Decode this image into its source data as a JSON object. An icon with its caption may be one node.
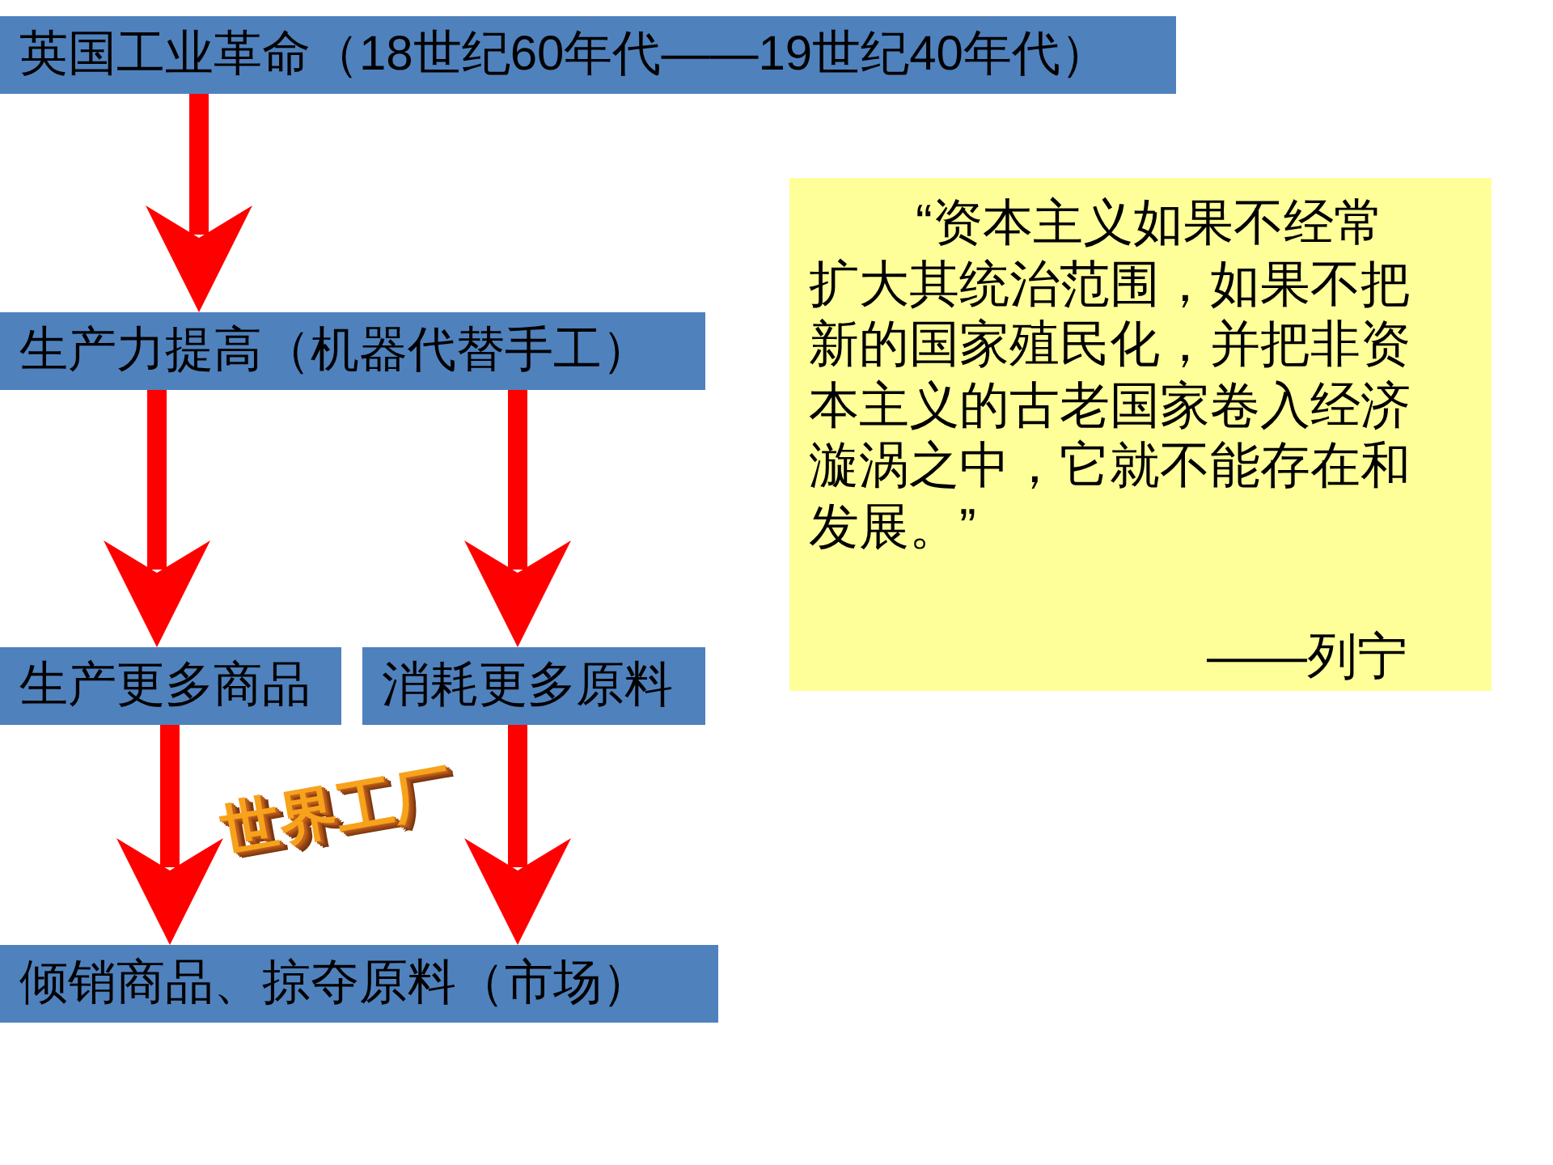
{
  "diagram": {
    "nodes": [
      {
        "text": [
          "英国工业革命（18世纪60年代——19世纪40年代）"
        ]
      },
      {
        "text": [
          "生产力提高（机器代替手工）"
        ]
      },
      {
        "text": [
          "生产更多商品"
        ]
      },
      {
        "text": [
          "消耗更多原料"
        ]
      },
      {
        "text": [
          "倾销商品、掠夺原料（市场）"
        ]
      },
      {
        "text": [
          "“资本主义如果不经常扩大其统治范围，如果不把新的国家殖民化，并把非资本主义的古老国家卷入经济漩涡之中，它就不能存在和发展。”",
          "——列宁"
        ]
      }
    ],
    "edges": [
      {
        "from": 0,
        "to": 1,
        "arrow": "to"
      },
      {
        "from": 1,
        "to": 2,
        "arrow": "to"
      },
      {
        "from": 1,
        "to": 3,
        "arrow": "to"
      },
      {
        "from": 2,
        "to": 4,
        "arrow": "to"
      },
      {
        "from": 3,
        "to": 4,
        "arrow": "to"
      }
    ],
    "labels": [
      "世界工厂"
    ]
  }
}
